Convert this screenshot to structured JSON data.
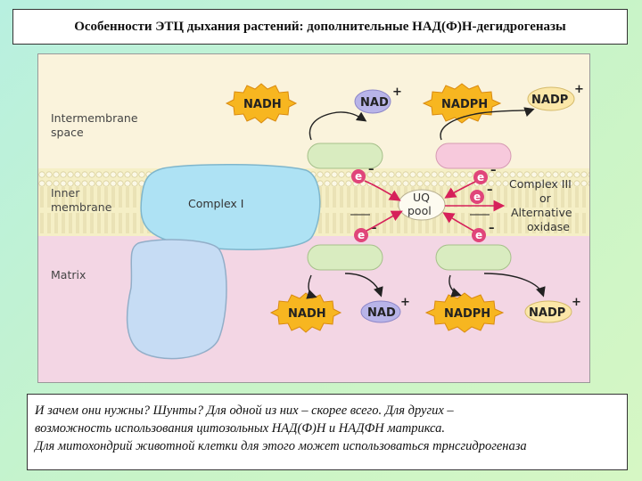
{
  "title": "Особенности ЭТЦ дыхания растений: дополнительные НАД(Ф)Н-дегидрогеназы",
  "diagram": {
    "regions": {
      "intermembrane_line1": "Intermembrane",
      "intermembrane_line2": "space",
      "inner_line1": "Inner",
      "inner_line2": "membrane",
      "matrix": "Matrix"
    },
    "complex1": "Complex I",
    "complex3_line1": "Complex III",
    "complex3_line2": "or",
    "complex3_line3": "Alternative",
    "complex3_line4": "oxidase",
    "uq_line1": "UQ",
    "uq_line2": "pool",
    "electron": "e",
    "electron_sign": "–",
    "top": {
      "nadh": "NADH",
      "nad": "NAD",
      "nad_sup": "+",
      "nadph": "NADPH",
      "nadp": "NADP",
      "nadp_sup": "+"
    },
    "bottom": {
      "nadh": "NADH",
      "nad": "NAD",
      "nad_sup": "+",
      "nadph": "NADPH",
      "nadp": "NADP",
      "nadp_sup": "+"
    },
    "colors": {
      "intermembrane": "#faf3dc",
      "membrane": "#f5efc6",
      "matrix": "#f3d6e4",
      "complex": "#aee2f4",
      "complex_lower": "#c6dcf4",
      "dehydrogenase_green": "#d9ecc0",
      "dehydrogenase_pink": "#f7c9dc",
      "electron": "#e0457a",
      "nadh_burst": "#f7b620",
      "nad_ellipse": "#b8b4e8",
      "nadp_ellipse": "#fbe7a8",
      "arrow_red": "#d6205a"
    }
  },
  "caption": {
    "line1": "И зачем они нужны?  Шунты?    Для одной из них – скорее всего.     Для других –",
    "line2": "возможность использования цитозольных НАД(Ф)Н и НАДФН матрикса.",
    "line3": "Для митохондрий животной клетки для этого может использоваться трнсгидрогеназа"
  }
}
